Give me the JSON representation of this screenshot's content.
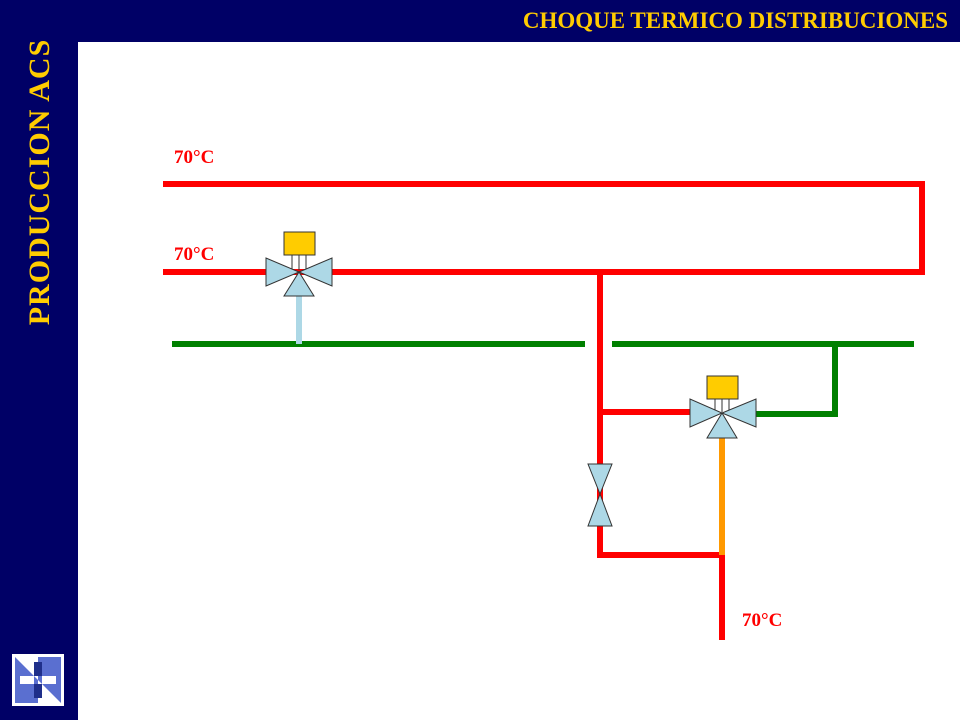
{
  "header": {
    "title": "CHOQUE TERMICO DISTRIBUCIONES"
  },
  "sidebar": {
    "title": "PRODUCCION ACS"
  },
  "labels": {
    "temp_top": "70°C",
    "temp_mid": "70°C",
    "temp_bottom": "70°C"
  },
  "colors": {
    "header_bg": "#000066",
    "header_text": "#ffcc00",
    "hot_pipe": "#ff0000",
    "return_pipe": "#008000",
    "actuator_line": "#add8e6",
    "mixed_pipe": "#ff9900",
    "valve_body": "#add8e6",
    "actuator": "#ffcc00"
  },
  "logo": {
    "icon": "institution-logo-icon"
  }
}
